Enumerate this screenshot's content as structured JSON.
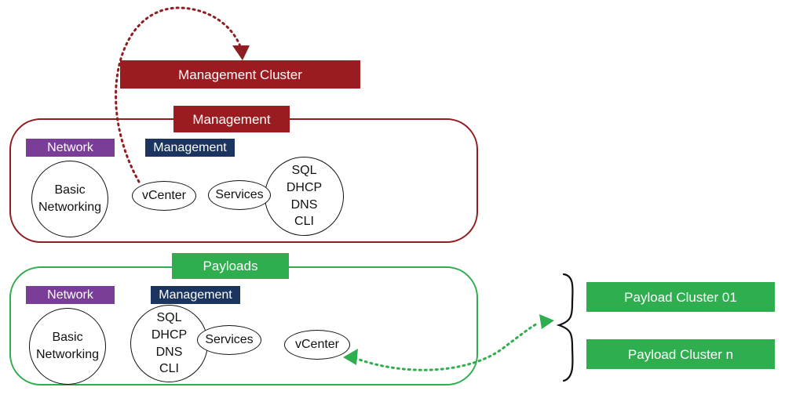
{
  "management_cluster": {
    "label": "Management Cluster"
  },
  "management_domain": {
    "title": "Management",
    "network_tag": "Network",
    "management_tag": "Management",
    "basic_networking": [
      "Basic",
      "Networking"
    ],
    "vcenter": "vCenter",
    "services": "Services",
    "services_list": [
      "SQL",
      "DHCP",
      "DNS",
      "CLI"
    ]
  },
  "payload_domain": {
    "title": "Payloads",
    "network_tag": "Network",
    "management_tag": "Management",
    "basic_networking": [
      "Basic",
      "Networking"
    ],
    "services_list": [
      "SQL",
      "DHCP",
      "DNS",
      "CLI"
    ],
    "services": "Services",
    "vcenter": "vCenter"
  },
  "payload_clusters": [
    "Payload Cluster 01",
    "Payload Cluster n"
  ],
  "colors": {
    "management_red": "#9b1c20",
    "payload_green": "#2eae4f",
    "network_purple": "#7a3e98",
    "management_navy": "#1b3560"
  }
}
